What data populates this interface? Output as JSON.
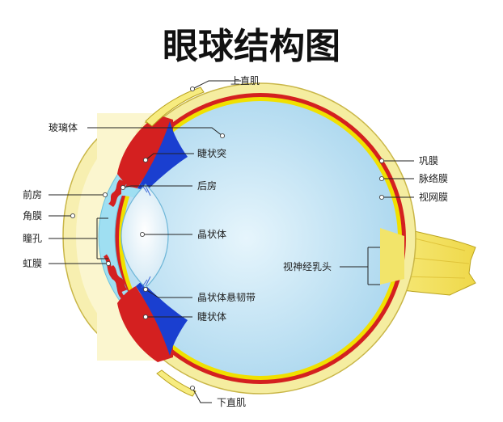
{
  "title": "眼球结构图",
  "labels": {
    "superior_rectus": "上直肌",
    "vitreous_body": "玻璃体",
    "ciliary_process": "睫状突",
    "sclera": "巩膜",
    "choroid": "脉络膜",
    "retina": "视网膜",
    "anterior_chamber": "前房",
    "posterior_chamber": "后房",
    "cornea": "角膜",
    "pupil": "瞳孔",
    "lens": "晶状体",
    "iris": "虹膜",
    "optic_disc": "视神经乳头",
    "zonule": "晶状体悬韧带",
    "ciliary_body": "睫状体",
    "inferior_rectus": "下直肌"
  },
  "colors": {
    "sclera": "#f5eda0",
    "choroid": "#d42020",
    "retina": "#f0e000",
    "vitreous": "#bfe3f5",
    "lens": "#e4f3fb",
    "iris": "#d62020",
    "ciliary_blue": "#1a3fd0",
    "optic_nerve": "#f2e46a"
  }
}
